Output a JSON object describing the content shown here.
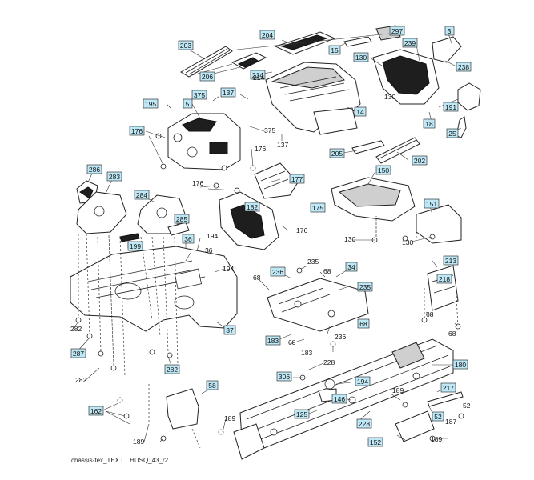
{
  "footer_text": "chassis-tex_TEX LT HUSQ_43_r2",
  "boxed_labels": [
    "203",
    "204",
    "297",
    "3",
    "15",
    "239",
    "130",
    "238",
    "206",
    "214",
    "375",
    "137",
    "195",
    "5",
    "191",
    "176",
    "14",
    "18",
    "205",
    "202",
    "25",
    "286",
    "283",
    "284",
    "285",
    "199",
    "36",
    "177",
    "182",
    "175",
    "150",
    "151",
    "236",
    "34",
    "235",
    "213",
    "218",
    "68",
    "183",
    "306",
    "194",
    "146",
    "125",
    "228",
    "152",
    "58",
    "162",
    "217",
    "52",
    "180",
    "37",
    "282",
    "287"
  ],
  "plain_labels": [
    "214",
    "130",
    "375",
    "137",
    "176",
    "176",
    "176",
    "194",
    "36",
    "194",
    "235",
    "68",
    "68",
    "68",
    "236",
    "183",
    "228",
    "189",
    "189",
    "189",
    "282",
    "282",
    "130",
    "130",
    "68",
    "68",
    "52",
    "187",
    "189"
  ]
}
